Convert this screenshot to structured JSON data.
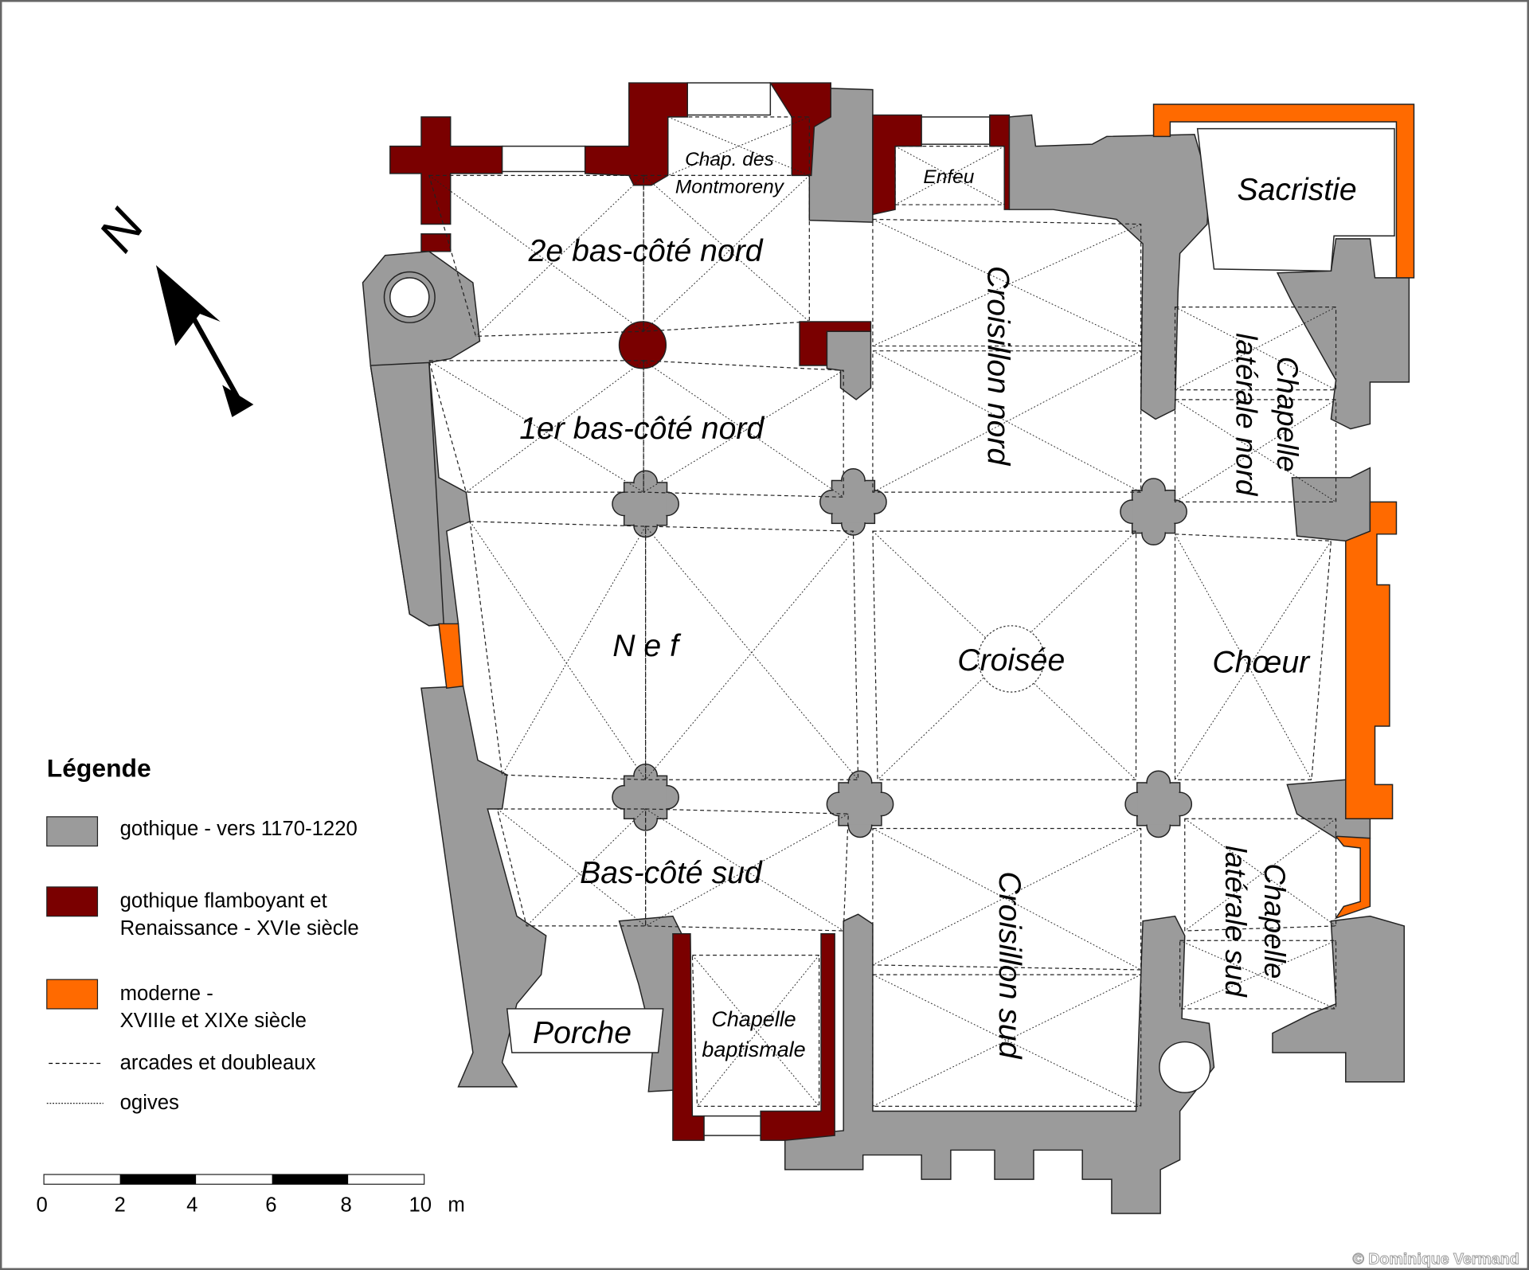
{
  "plan": {
    "labels": {
      "chap_montmoreny_1": "Chap. des",
      "chap_montmoreny_2": "Montmoreny",
      "enfeu": "Enfeu",
      "sacristie": "Sacristie",
      "second_bas_cote_nord": "2e bas-côté nord",
      "premier_bas_cote_nord": "1er bas-côté nord",
      "croisillon_nord": "Croisillon nord",
      "chapelle_laterale_nord_1": "Chapelle",
      "chapelle_laterale_nord_2": "latérale nord",
      "nef": "N e f",
      "croisee": "Croisée",
      "choeur": "Chœur",
      "bas_cote_sud": "Bas-côté sud",
      "croisillon_sud": "Croisillon sud",
      "chapelle_laterale_sud_1": "Chapelle",
      "chapelle_laterale_sud_2": "latérale sud",
      "porche": "Porche",
      "chapelle_baptismale_1": "Chapelle",
      "chapelle_baptismale_2": "baptismale"
    },
    "north_letter": "N"
  },
  "legend": {
    "title": "Légende",
    "items": [
      {
        "color": "#9b9b9b",
        "line1": "gothique - vers 1170-1220",
        "line2": ""
      },
      {
        "color": "#7a0000",
        "line1": "gothique flamboyant et",
        "line2": "Renaissance -  XVIe siècle"
      },
      {
        "color": "#ff6a00",
        "line1": "moderne -",
        "line2": "XVIIIe et XIXe siècle"
      }
    ],
    "arcades_label": "arcades et doubleaux",
    "ogives_label": "ogives"
  },
  "scale_bar": {
    "ticks": [
      "0",
      "2",
      "4",
      "6",
      "8",
      "10"
    ],
    "unit": "m"
  },
  "credit": "© Dominique Vermand"
}
